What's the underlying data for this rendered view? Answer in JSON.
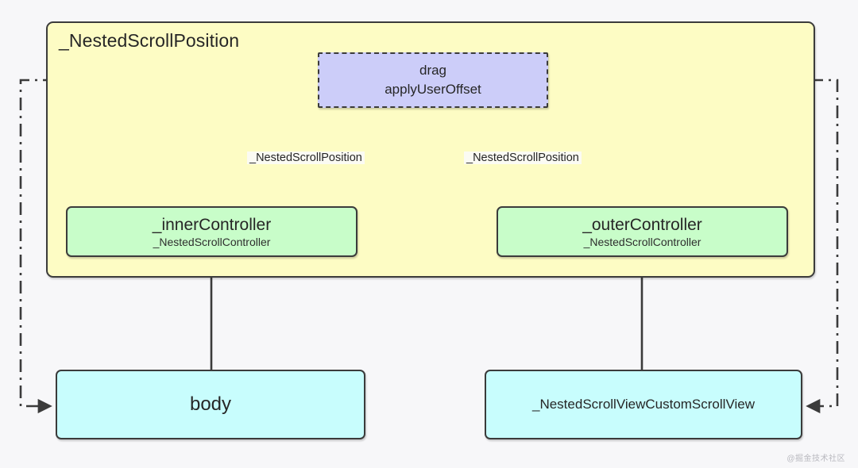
{
  "diagram": {
    "container": {
      "title": "_NestedScrollPosition"
    },
    "nodes": {
      "drag": {
        "line1": "drag",
        "line2": "applyUserOffset"
      },
      "inner_controller": {
        "title": "_innerController",
        "subtitle": "_NestedScrollController"
      },
      "outer_controller": {
        "title": "_outerController",
        "subtitle": "_NestedScrollController"
      },
      "body": {
        "label": "body"
      },
      "custom_scroll_view": {
        "label": "_NestedScrollViewCustomScrollView"
      }
    },
    "edge_labels": {
      "inner_to_drag": "_NestedScrollPosition",
      "outer_to_drag": "_NestedScrollPosition"
    },
    "colors": {
      "container_fill": "#fdfcc4",
      "drag_fill": "#cccdf9",
      "controller_fill": "#c8fdc9",
      "widget_fill": "#c8fdfd",
      "stroke": "#3b3b3b",
      "page_background": "#f7f7f9"
    }
  },
  "watermark": {
    "text": "@掘金技术社区"
  }
}
